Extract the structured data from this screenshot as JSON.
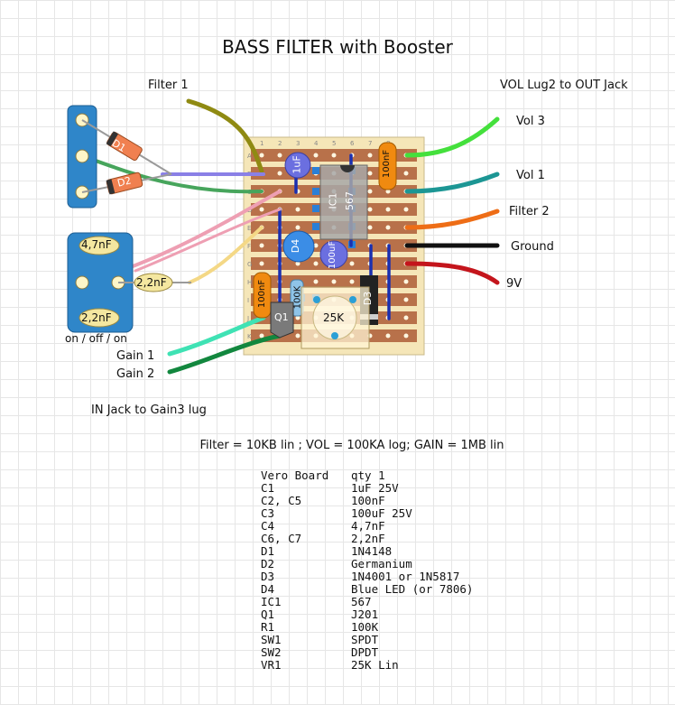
{
  "title": "BASS FILTER with Booster",
  "labels": {
    "filter1": "Filter 1",
    "vol_out": "VOL Lug2 to OUT Jack",
    "vol3": "Vol 3",
    "vol1": "Vol 1",
    "filter2": "Filter 2",
    "ground": "Ground",
    "nine_v": "9V",
    "gain1": "Gain 1",
    "gain2": "Gain 2",
    "in_jack": "IN Jack to Gain3 lug",
    "switch": "on / off / on"
  },
  "components": {
    "d1": "D1",
    "d2": "D2",
    "c4": "4,7nF",
    "c6": "2,2nF",
    "c7": "2,2nF",
    "c1": "1uF",
    "c2": "100nF",
    "c5": "100nF",
    "c3": "100uF",
    "ic1_a": "IC1",
    "ic1_b": "567",
    "d4": "D4",
    "d3": "D3",
    "r1": "100K",
    "q1": "Q1",
    "vr1": "25K"
  },
  "board": {
    "columns": [
      "1",
      "2",
      "3",
      "4",
      "5",
      "6",
      "7",
      "8"
    ],
    "rows": [
      "A",
      "B",
      "C",
      "D",
      "E",
      "F",
      "G",
      "H",
      "I",
      "J",
      "K"
    ]
  },
  "specs": "Filter = 10KB lin ; VOL = 100KA log; GAIN = 1MB lin",
  "bom": [
    {
      "ref": "Vero Board",
      "val": "qty 1"
    },
    {
      "ref": "C1",
      "val": "1uF 25V"
    },
    {
      "ref": "C2, C5",
      "val": "100nF"
    },
    {
      "ref": "C3",
      "val": "100uF 25V"
    },
    {
      "ref": "C4",
      "val": "4,7nF"
    },
    {
      "ref": "C6, C7",
      "val": "2,2nF"
    },
    {
      "ref": "D1",
      "val": "1N4148"
    },
    {
      "ref": "D2",
      "val": "Germanium"
    },
    {
      "ref": "D3",
      "val": "1N4001 or 1N5817"
    },
    {
      "ref": "D4",
      "val": "Blue LED (or 7806)"
    },
    {
      "ref": "IC1",
      "val": "567"
    },
    {
      "ref": "Q1",
      "val": "J201"
    },
    {
      "ref": "R1",
      "val": "100K"
    },
    {
      "ref": "SW1",
      "val": "SPDT"
    },
    {
      "ref": "SW2",
      "val": "DPDT"
    },
    {
      "ref": "VR1",
      "val": "25K Lin"
    }
  ],
  "colors": {
    "board": "#f5e6b8",
    "strip": "#b8714a",
    "switch": "#2f86c9",
    "wire_filter1": "#8f8a12",
    "wire_vol3": "#44e03c",
    "wire_vol1": "#1c9694",
    "wire_filter2": "#ee6d16",
    "wire_ground": "#111111",
    "wire_9v": "#c4151c",
    "wire_gain1": "#3fe2b4",
    "wire_gain2": "#12873e"
  }
}
